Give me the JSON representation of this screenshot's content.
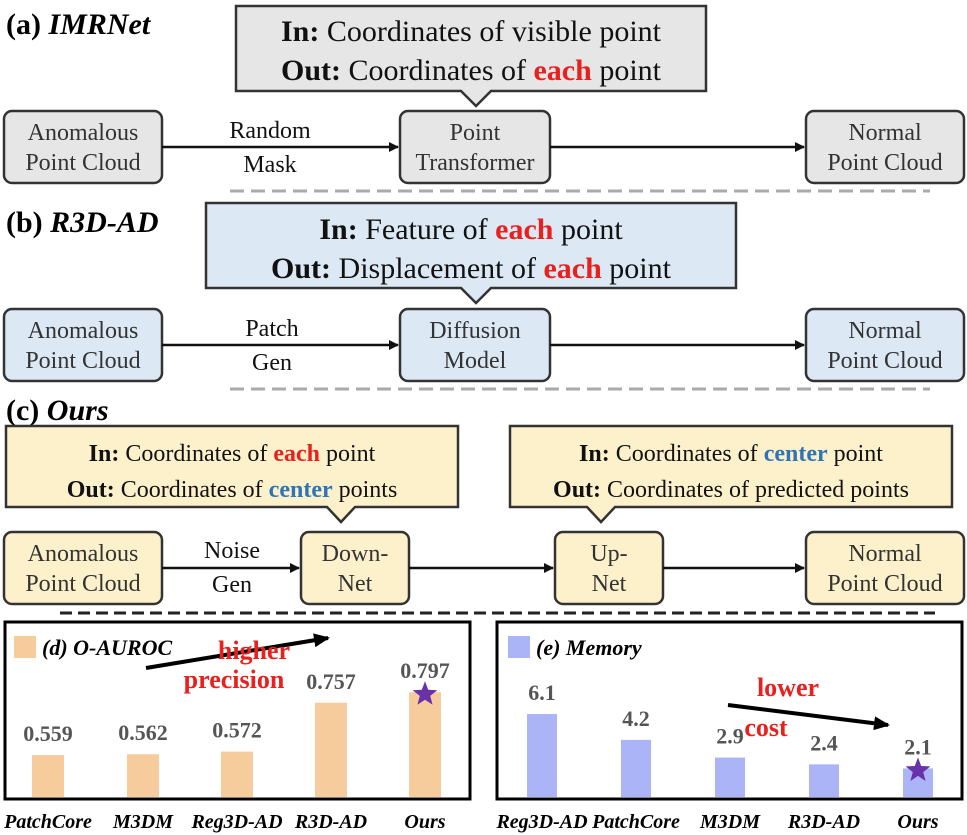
{
  "sections": {
    "a": {
      "label_prefix": "(a)",
      "label_name": "IMRNet",
      "io": {
        "in_key": "In:",
        "in_text": "Coordinates of visible point",
        "out_key": "Out:",
        "out_pre": "Coordinates of",
        "out_hl": "each",
        "out_post": "point"
      },
      "nodes": {
        "input": [
          "Anomalous",
          "Point Cloud"
        ],
        "model": [
          "Point",
          "Transformer"
        ],
        "output": [
          "Normal",
          "Point Cloud"
        ]
      },
      "edge": [
        "Random",
        "Mask"
      ]
    },
    "b": {
      "label_prefix": "(b)",
      "label_name": "R3D-AD",
      "io": {
        "in_key": "In:",
        "in_pre": "Feature of",
        "in_hl": "each",
        "in_post": "point",
        "out_key": "Out:",
        "out_pre": "Displacement of",
        "out_hl": "each",
        "out_post": "point"
      },
      "nodes": {
        "input": [
          "Anomalous",
          "Point Cloud"
        ],
        "model": [
          "Diffusion",
          "Model"
        ],
        "output": [
          "Normal",
          "Point Cloud"
        ]
      },
      "edge": [
        "Patch",
        "Gen"
      ]
    },
    "c": {
      "label_prefix": "(c)",
      "label_name": "Ours",
      "io_left": {
        "in_key": "In:",
        "in_pre": "Coordinates of",
        "in_hl": "each",
        "in_post": "point",
        "out_key": "Out:",
        "out_pre": "Coordinates of",
        "out_hl": "center",
        "out_post": "points"
      },
      "io_right": {
        "in_key": "In:",
        "in_pre": "Coordinates of",
        "in_hl": "center",
        "in_post": "point",
        "out_key": "Out:",
        "out_text": "Coordinates of predicted points"
      },
      "nodes": {
        "input": [
          "Anomalous",
          "Point Cloud"
        ],
        "down": [
          "Down-",
          "Net"
        ],
        "up": [
          "Up-",
          "Net"
        ],
        "output": [
          "Normal",
          "Point Cloud"
        ]
      },
      "edge": [
        "Noise",
        "Gen"
      ]
    }
  },
  "colors": {
    "gray_fill": "#e6e6e6",
    "blue_fill": "#dce9f5",
    "yellow_fill": "#fdf1cc",
    "highlight_red": "#e8201e",
    "highlight_blue": "#2f74b5",
    "bar_orange": "#f7cc9d",
    "bar_blue": "#aab4f7",
    "star": "#6a32a8"
  },
  "chart_data": [
    {
      "type": "bar",
      "title": "(d) O-AUROC",
      "categories": [
        "PatchCore",
        "M3DM",
        "Reg3D-AD",
        "R3D-AD",
        "Ours"
      ],
      "values": [
        0.559,
        0.562,
        0.572,
        0.757,
        0.797
      ],
      "value_labels": [
        "0.559",
        "0.562",
        "0.572",
        "0.757",
        "0.797"
      ],
      "annotation": [
        "higher",
        "precision"
      ],
      "highlight": "Ours",
      "legend": "top-left"
    },
    {
      "type": "bar",
      "title": "(e) Memory",
      "categories": [
        "Reg3D-AD",
        "PatchCore",
        "M3DM",
        "R3D-AD",
        "Ours"
      ],
      "values": [
        6.1,
        4.2,
        2.9,
        2.4,
        2.1
      ],
      "value_labels": [
        "6.1",
        "4.2",
        "2.9",
        "2.4",
        "2.1"
      ],
      "annotation": [
        "lower",
        "cost"
      ],
      "highlight": "Ours",
      "legend": "top-left"
    }
  ]
}
